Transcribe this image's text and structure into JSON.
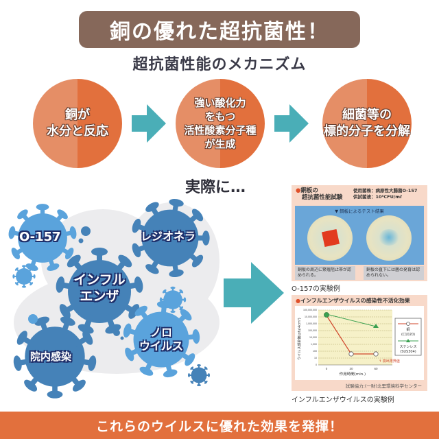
{
  "header": {
    "title": "銅の優れた超抗菌性！",
    "subtitle": "超抗菌性能のメカニズム"
  },
  "colors": {
    "title_bg": "#86685a",
    "circle_light": "#e58e66",
    "circle_dark": "#e2703d",
    "arrow": "#4aaeb7",
    "virus_light": "#5aa3dc",
    "virus_dark": "#4582b8",
    "banner_bg": "#e2703d",
    "panel_bg": "#f8d9c9"
  },
  "mechanism": {
    "steps": [
      {
        "lines": [
          "銅が",
          "水分と反応"
        ]
      },
      {
        "lines": [
          "強い酸化力",
          "をもつ",
          "活性酸素分子種",
          "が生成"
        ]
      },
      {
        "lines": [
          "細菌等の",
          "標的分子を分解"
        ]
      }
    ]
  },
  "actual_label": "実際に…",
  "viruses": [
    {
      "name": "O-157"
    },
    {
      "name": "レジオネラ"
    },
    {
      "name_line1": "インフル",
      "name_line2": "エンザ"
    },
    {
      "name": "院内感染"
    },
    {
      "name_line1": "ノロ",
      "name_line2": "ウイルス"
    }
  ],
  "experiment1": {
    "heading_line1": "銅板の",
    "heading_line2": "超抗菌性能試験",
    "info_line1": "使用菌株：病原性大腸菌O-157",
    "info_line2": "供試菌液：10⁵CFU/mℓ",
    "photo_title": "▼ 銅板によるテスト結果",
    "caption_left": "銅板の周辺に繁殖阻止帯が認められる。",
    "caption_right": "銅板の直下には菌の発育は認められない。",
    "label": "O-157の実験例"
  },
  "experiment2": {
    "heading": "インフルエンザウイルスの感染性不活化効果",
    "credit": "試験協力:(一財)北里環境科学センター",
    "label": "インフルエンザウイルスの実験例"
  },
  "chart_data": {
    "type": "line",
    "title": "インフルエンザウイルスの感染性不活化効果",
    "xlabel": "作用時間(min.)",
    "ylabel": "ウイルス感染価(pfu/4cm²)",
    "x": [
      0,
      30,
      60
    ],
    "y_scale": "log",
    "y_ticks": [
      "0",
      "10",
      "100",
      "1,000",
      "10,000",
      "100,000",
      "1,000,000",
      "10,000,000",
      "100,000,000"
    ],
    "series": [
      {
        "name": "銅 (C1020)",
        "color": "#d0452a",
        "marker": "circle-open",
        "values": [
          20000000,
          60,
          60
        ]
      },
      {
        "name": "ステンレス (SUS304)",
        "color": "#3aa050",
        "marker": "triangle",
        "values": [
          25000000,
          null,
          2500000
        ]
      }
    ],
    "annotations": [
      "↑ 検出限界値"
    ],
    "legend_position": "right",
    "grid": true
  },
  "footer": {
    "banner": "これらのウイルスに優れた効果を発揮！"
  }
}
